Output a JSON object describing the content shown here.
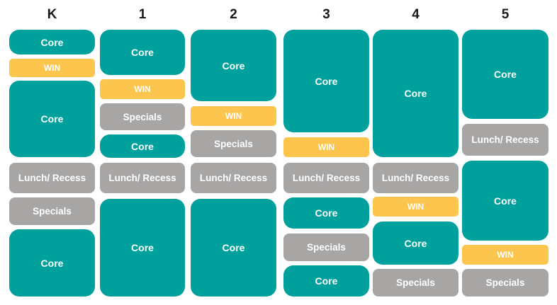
{
  "colors": {
    "core": "#00A19D",
    "win": "#FCC54E",
    "lunch": "#A8A5A5",
    "specials": "#A8A5A5"
  },
  "labels": {
    "core": "Core",
    "win": "WIN",
    "lunch": "Lunch/ Recess",
    "specials": "Specials"
  },
  "columns": [
    {
      "grade": "K",
      "blocks": [
        {
          "type": "core",
          "label": "Core"
        },
        {
          "type": "win",
          "label": "WIN"
        },
        {
          "type": "core",
          "label": "Core"
        },
        {
          "type": "lunch",
          "label": "Lunch/ Recess"
        },
        {
          "type": "specials",
          "label": "Specials"
        },
        {
          "type": "core",
          "label": "Core"
        }
      ]
    },
    {
      "grade": "1",
      "blocks": [
        {
          "type": "core",
          "label": "Core"
        },
        {
          "type": "win",
          "label": "WIN"
        },
        {
          "type": "specials",
          "label": "Specials"
        },
        {
          "type": "core",
          "label": "Core"
        },
        {
          "type": "lunch",
          "label": "Lunch/ Recess"
        },
        {
          "type": "core",
          "label": "Core"
        }
      ]
    },
    {
      "grade": "2",
      "blocks": [
        {
          "type": "core",
          "label": "Core"
        },
        {
          "type": "win",
          "label": "WIN"
        },
        {
          "type": "specials",
          "label": "Specials"
        },
        {
          "type": "lunch",
          "label": "Lunch/ Recess"
        },
        {
          "type": "core",
          "label": "Core"
        }
      ]
    },
    {
      "grade": "3",
      "blocks": [
        {
          "type": "core",
          "label": "Core"
        },
        {
          "type": "win",
          "label": "WIN"
        },
        {
          "type": "lunch",
          "label": "Lunch/ Recess"
        },
        {
          "type": "core",
          "label": "Core"
        },
        {
          "type": "specials",
          "label": "Specials"
        },
        {
          "type": "core",
          "label": "Core"
        }
      ]
    },
    {
      "grade": "4",
      "blocks": [
        {
          "type": "core",
          "label": "Core"
        },
        {
          "type": "lunch",
          "label": "Lunch/ Recess"
        },
        {
          "type": "win",
          "label": "WIN"
        },
        {
          "type": "core",
          "label": "Core"
        },
        {
          "type": "specials",
          "label": "Specials"
        }
      ]
    },
    {
      "grade": "5",
      "blocks": [
        {
          "type": "core",
          "label": "Core"
        },
        {
          "type": "lunch",
          "label": "Lunch/ Recess"
        },
        {
          "type": "core",
          "label": "Core"
        },
        {
          "type": "win",
          "label": "WIN"
        },
        {
          "type": "specials",
          "label": "Specials"
        }
      ]
    }
  ]
}
